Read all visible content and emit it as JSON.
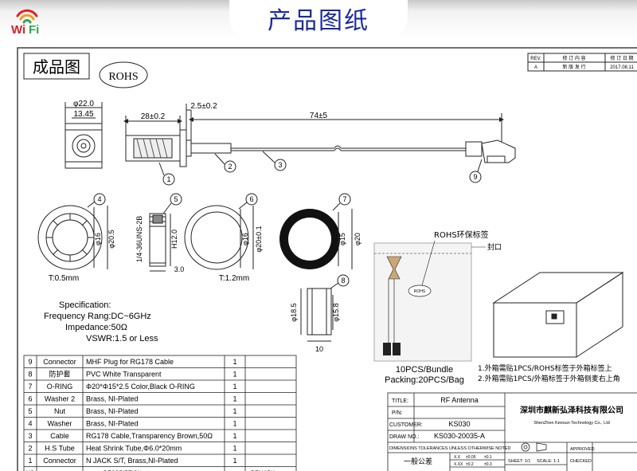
{
  "header": {
    "title": "产品图纸",
    "logo_text_wi": "Wi",
    "logo_text_fi": "Fi"
  },
  "drawing": {
    "heading": "成品图",
    "rohs_label": "ROHS",
    "dims": {
      "d22": "φ22.0",
      "d1345": "13.45",
      "len28": "28±0.2",
      "len25": "2.5±0.2",
      "len74": "74±5",
      "d16a": "φ16",
      "d205": "φ20.5",
      "thread": "1/4-36UNS-2B",
      "h12": "H12.0",
      "w30": "3.0",
      "d16b": "φ16",
      "d20p1": "φ20±0.1",
      "d15": "φ15",
      "d20": "φ20",
      "d185": "φ18.5",
      "d158": "φ15.8",
      "w10": "10",
      "t05": "T:0.5mm",
      "t12": "T:1.2mm"
    },
    "callouts": [
      "1",
      "2",
      "3",
      "4",
      "5",
      "6",
      "7",
      "8",
      "9"
    ],
    "spec": {
      "heading": "Specification:",
      "freq": "Frequency Rang:DC~6GHz",
      "impedance": "Impedance:50Ω",
      "vswr": "VSWR:1.5 or Less"
    },
    "packing": {
      "rohs_tag": "ROHS环保标签",
      "seal": "封口",
      "bag_rohs": "ROHS",
      "line1": "10PCS/Bundle",
      "line2": "Packing:20PCS/Bag",
      "note1": "1.外箱需贴1PCS/ROHS标签于外箱标签上",
      "note2": "2.外箱需贴1PCS/外箱标签于外箱侧麦右上角"
    },
    "revision": {
      "headers": [
        "REV.",
        "修 订 内 容",
        "修 订 日 期"
      ],
      "row": [
        "A",
        "新 版 发 行",
        "2017.08.11"
      ]
    },
    "bom": [
      {
        "no": "9",
        "name": "Connector",
        "desc": "MHF Plug for RG178  Cable",
        "qty": "1"
      },
      {
        "no": "8",
        "name": "防护套",
        "desc": "PVC White Transparent",
        "qty": "1"
      },
      {
        "no": "7",
        "name": "O-RING",
        "desc": "Φ20*Φ15*2.5 Color,Black O-RING",
        "qty": "1"
      },
      {
        "no": "6",
        "name": "Washer 2",
        "desc": "Brass, NI-Plated",
        "qty": "1"
      },
      {
        "no": "5",
        "name": "Nut",
        "desc": "Brass, NI-Plated",
        "qty": "1"
      },
      {
        "no": "4",
        "name": "Washer",
        "desc": "Brass, NI-Plated",
        "qty": "1"
      },
      {
        "no": "3",
        "name": "Cable",
        "desc": "RG178  Cable,Transparency Brown,50Ω",
        "qty": "1"
      },
      {
        "no": "2",
        "name": "H.S Tube",
        "desc": "Heat Shrink Tube,Φ6.0*20mm",
        "qty": "1"
      },
      {
        "no": "1",
        "name": "Connector",
        "desc": "N JACK S/T, Brass,NI-Plated",
        "qty": "1"
      }
    ],
    "bom_footer": {
      "no": "NO",
      "desc": "DESCRIPTION",
      "remark": "REMARK"
    },
    "title_block": {
      "title_label": "TITLE:",
      "title_value": "RF Antenna",
      "pn_label": "P/N:",
      "pn_value": "",
      "customer_label": "CUSTOMER:",
      "customer_value": "KS030",
      "drawno_label": "DRAW NO.:",
      "drawno_value": "KS030-20035-A",
      "tolerance_note": "DIMENSIONS TOLERANCES UNLESS OTHERWISE NOTED",
      "general_tol": "一般公差",
      "company_cn": "深圳市麒新弘泽科技有限公司",
      "company_en": "ShenZhen Keesun Technology Co., Ltd",
      "approved": "APPROVED",
      "checked": "CHECKED",
      "sheet": "SHEET: 1/1",
      "scale": "SCALE: 1:1",
      "tol_x": "X.X",
      "tol_xx": "X.XX",
      "tol_v1": "±0.05",
      "tol_v2": "±0.1",
      "tol_v3": "±0.2",
      "tol_v4": "±0.3"
    }
  }
}
